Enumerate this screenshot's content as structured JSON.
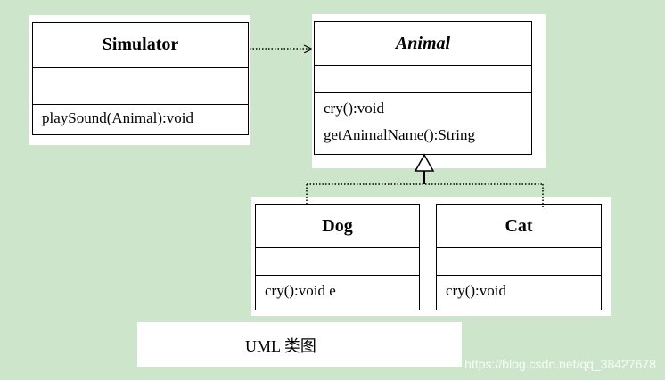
{
  "classes": {
    "simulator": {
      "name": "Simulator",
      "methods": [
        "playSound(Animal):void"
      ]
    },
    "animal": {
      "name": "Animal",
      "abstract": true,
      "methods": [
        "cry():void",
        "getAnimalName():String"
      ]
    },
    "dog": {
      "name": "Dog",
      "methods": [
        "cry():void e"
      ]
    },
    "cat": {
      "name": "Cat",
      "methods": [
        "cry():void"
      ]
    }
  },
  "relationships": [
    {
      "from": "Simulator",
      "to": "Animal",
      "kind": "dependency",
      "style": "dotted-arrow"
    },
    {
      "from": "Dog",
      "to": "Animal",
      "kind": "generalization",
      "style": "hollow-triangle"
    },
    {
      "from": "Cat",
      "to": "Animal",
      "kind": "generalization",
      "style": "hollow-triangle"
    }
  ],
  "caption": "UML 类图",
  "watermark": "https://blog.csdn.net/qq_38427678",
  "colors": {
    "background": "#cde6cb",
    "panel": "#ffffff",
    "line": "#000000"
  }
}
